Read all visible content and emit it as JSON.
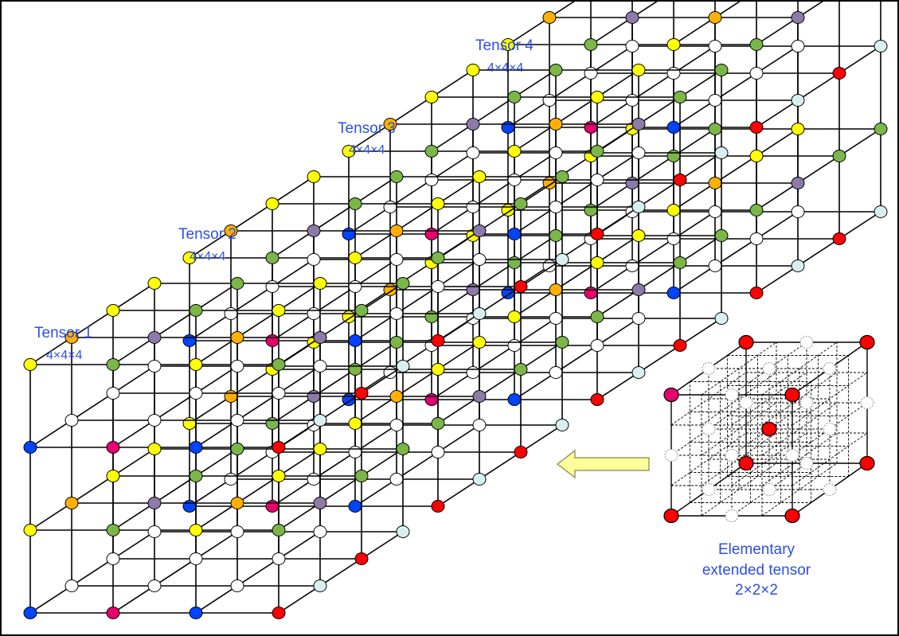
{
  "tensors": [
    {
      "title": "Tensor 1",
      "size": "4×4×4"
    },
    {
      "title": "Tensor 2",
      "size": "4×4×4"
    },
    {
      "title": "Tensor 3",
      "size": "4×4×4"
    },
    {
      "title": "Tensor 4",
      "size": "4×4×4"
    }
  ],
  "elementary": {
    "line1": "Elementary",
    "line2": "extended tensor",
    "line3": "2×2×2"
  },
  "colors": {
    "label": "#2d4fe0",
    "yellow": "#ffff00",
    "orange": "#ffb000",
    "purple": "#8c7aa9",
    "green": "#7ab648",
    "blue": "#0044ff",
    "magenta": "#e6006e",
    "red": "#ff0000",
    "lightblue": "#d9f0f2",
    "white": "#ffffff",
    "arrow": "#ffff99"
  },
  "icons": {
    "arrow": "arrow-left-icon"
  }
}
